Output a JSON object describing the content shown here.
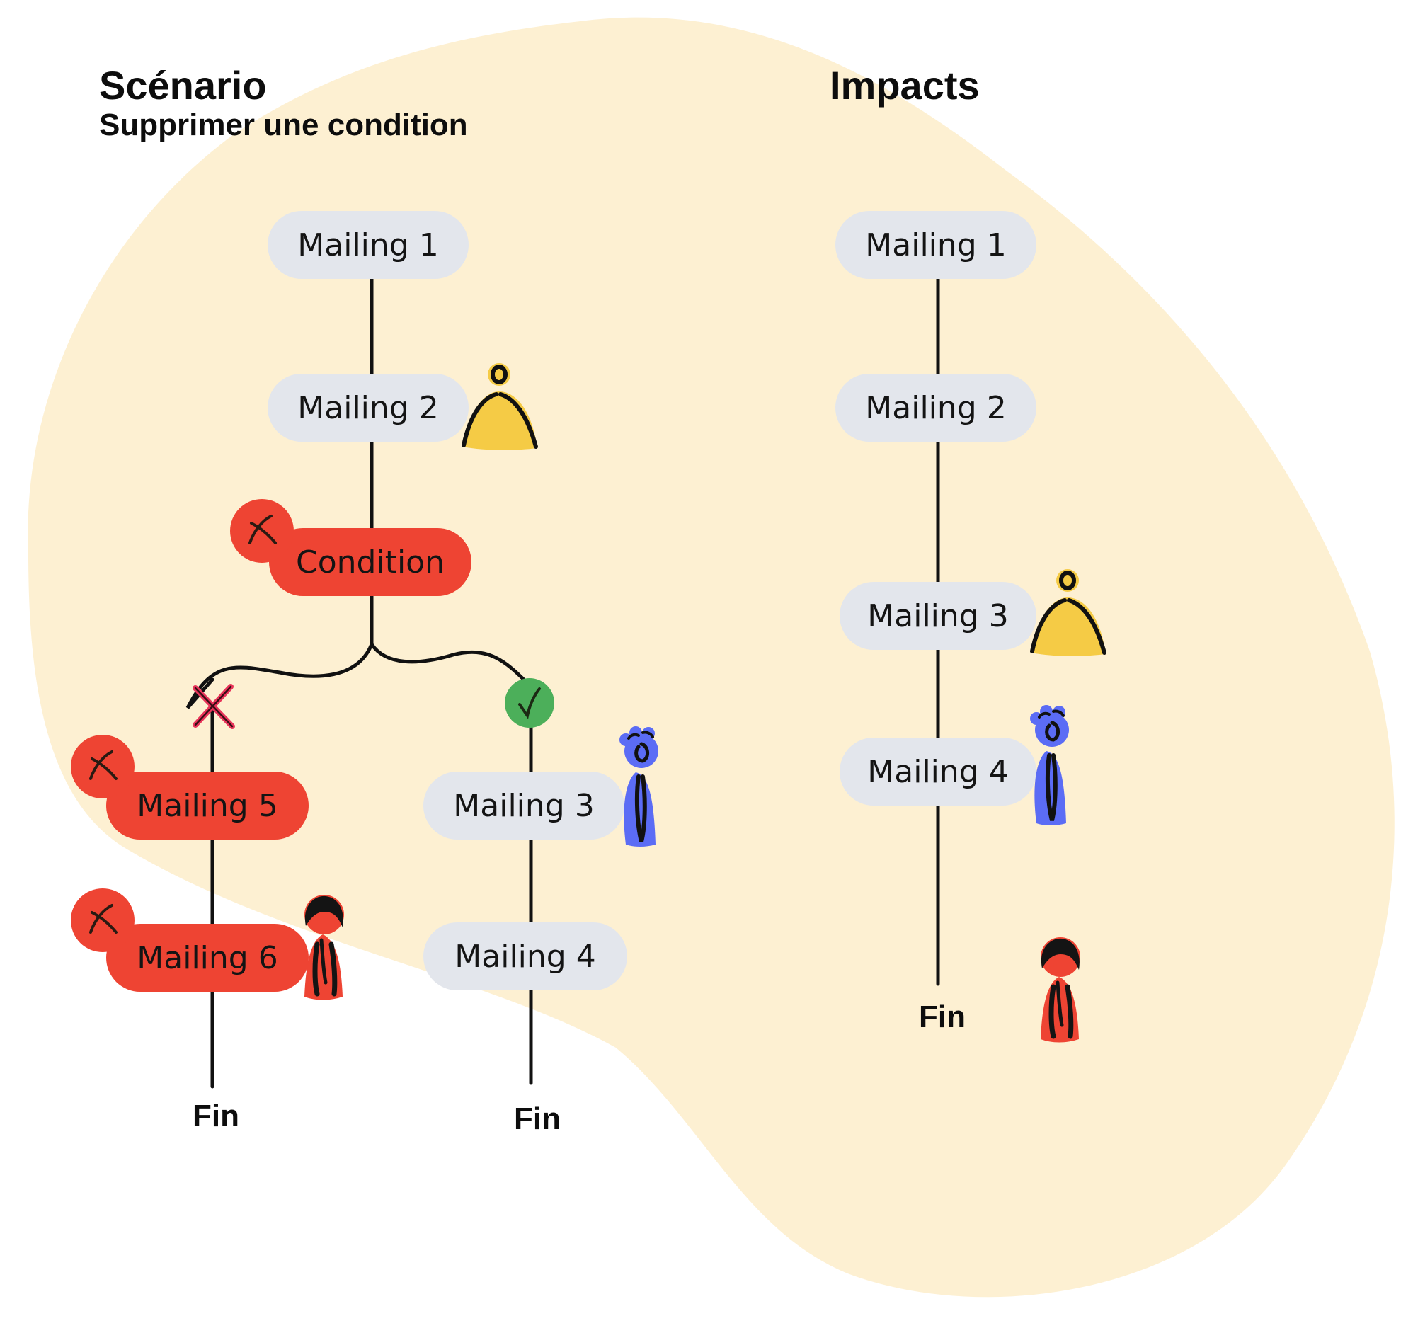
{
  "scenario": {
    "title": "Scénario",
    "subtitle": "Supprimer une condition",
    "nodes": {
      "mailing1": "Mailing 1",
      "mailing2": "Mailing 2",
      "condition": "Condition",
      "mailing5": "Mailing 5",
      "mailing6": "Mailing 6",
      "mailing3": "Mailing 3",
      "mailing4": "Mailing 4"
    },
    "end_left": "Fin",
    "end_right": "Fin"
  },
  "impacts": {
    "title": "Impacts",
    "nodes": {
      "mailing1": "Mailing 1",
      "mailing2": "Mailing 2",
      "mailing3": "Mailing 3",
      "mailing4": "Mailing 4"
    },
    "end": "Fin"
  },
  "colors": {
    "background_blob": "#fdf0d2",
    "node_grey": "#e3e6ec",
    "node_red": "#ee4433",
    "check_green": "#4caf5a",
    "cross_pink": "#e8345a",
    "person_yellow": "#f5cb45",
    "person_blue": "#5b6cf5",
    "person_red": "#ee4433"
  },
  "icons": {
    "deleted_badge": "cross-badge-icon",
    "no_branch": "cross-icon",
    "yes_branch": "check-icon",
    "person_yellow": "person-yellow-icon",
    "person_blue": "person-blue-icon",
    "person_red": "person-red-icon"
  }
}
